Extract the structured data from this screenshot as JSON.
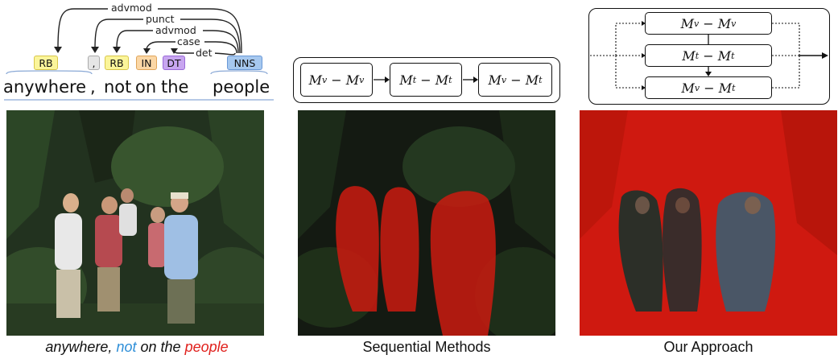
{
  "parse": {
    "arcs": [
      "advmod",
      "punct",
      "advmod",
      "case",
      "det"
    ],
    "tags": [
      "RB",
      ",",
      "RB",
      "IN",
      "DT",
      "NNS"
    ],
    "words": [
      "anywhere",
      ",",
      "not",
      "on",
      "the",
      "people"
    ]
  },
  "sequential": {
    "boxes": [
      {
        "a": "M",
        "sa": "v",
        "b": "M",
        "sb": "v"
      },
      {
        "a": "M",
        "sa": "t",
        "b": "M",
        "sb": "t"
      },
      {
        "a": "M",
        "sa": "v",
        "b": "M",
        "sb": "t"
      }
    ]
  },
  "approach": {
    "boxes": [
      {
        "a": "M",
        "sa": "v",
        "b": "M",
        "sb": "v"
      },
      {
        "a": "M",
        "sa": "t",
        "b": "M",
        "sb": "t"
      },
      {
        "a": "M",
        "sa": "v",
        "b": "M",
        "sb": "t"
      }
    ]
  },
  "captions": {
    "left": {
      "w1": "anywhere,",
      "w2": "not",
      "w3": "on the",
      "w4": "people"
    },
    "middle": "Sequential Methods",
    "right": "Our Approach"
  },
  "colors": {
    "highlight_not": "#2f8fd8",
    "highlight_people": "#e0201c",
    "mask": "#d11a10"
  }
}
